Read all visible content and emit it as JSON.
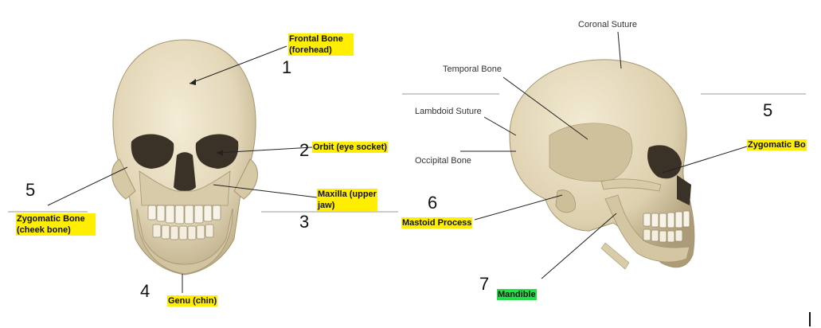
{
  "front_view": {
    "labels": {
      "frontal_bone": "Frontal Bone (forehead)",
      "orbit": "Orbit (eye socket)",
      "maxilla": "Maxilla (upper jaw)",
      "zygomatic": "Zygomatic Bone (cheek bone)",
      "genu": "Genu (chin)"
    },
    "numbers": {
      "n1": "1",
      "n2": "2",
      "n3": "3",
      "n4": "4",
      "n5": "5"
    }
  },
  "side_view": {
    "labels": {
      "coronal_suture": "Coronal Suture",
      "temporal_bone": "Temporal Bone",
      "lambdoid_suture": "Lambdoid Suture",
      "occipital_bone": "Occipital Bone",
      "zygomatic": "Zygomatic Bo",
      "mastoid_process": "Mastoid Process",
      "mandible": "Mandible"
    },
    "numbers": {
      "n5": "5",
      "n6": "6",
      "n7": "7"
    }
  },
  "colors": {
    "highlight_yellow": "#ffee00",
    "highlight_green": "#22e04a",
    "bone": "#e6dcc0",
    "bone_shadow": "#b9aa86"
  },
  "icons": {
    "skull_front": "skull-front-view-illustration",
    "skull_side": "skull-side-view-illustration"
  }
}
